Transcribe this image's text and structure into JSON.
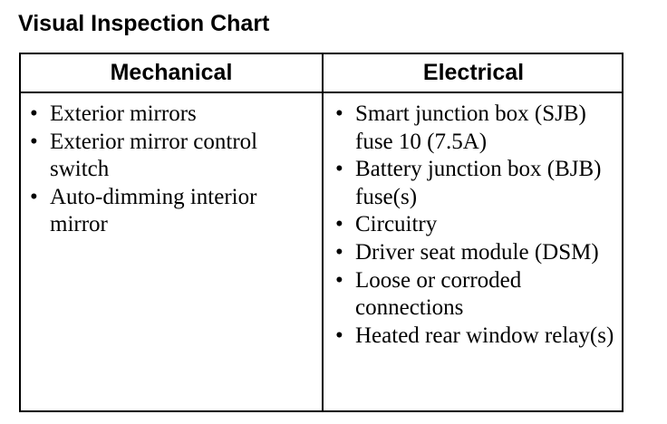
{
  "title": "Visual Inspection Chart",
  "columns": [
    {
      "header": "Mechanical",
      "items": [
        "Exterior mirrors",
        "Exterior mirror control switch",
        "Auto-dimming interior mirror"
      ]
    },
    {
      "header": "Electrical",
      "items": [
        "Smart junction box (SJB) fuse 10 (7.5A)",
        "Battery junction box (BJB) fuse(s)",
        "Circuitry",
        "Driver seat module (DSM)",
        "Loose or corroded connections",
        "Heated rear window relay(s)"
      ]
    }
  ]
}
